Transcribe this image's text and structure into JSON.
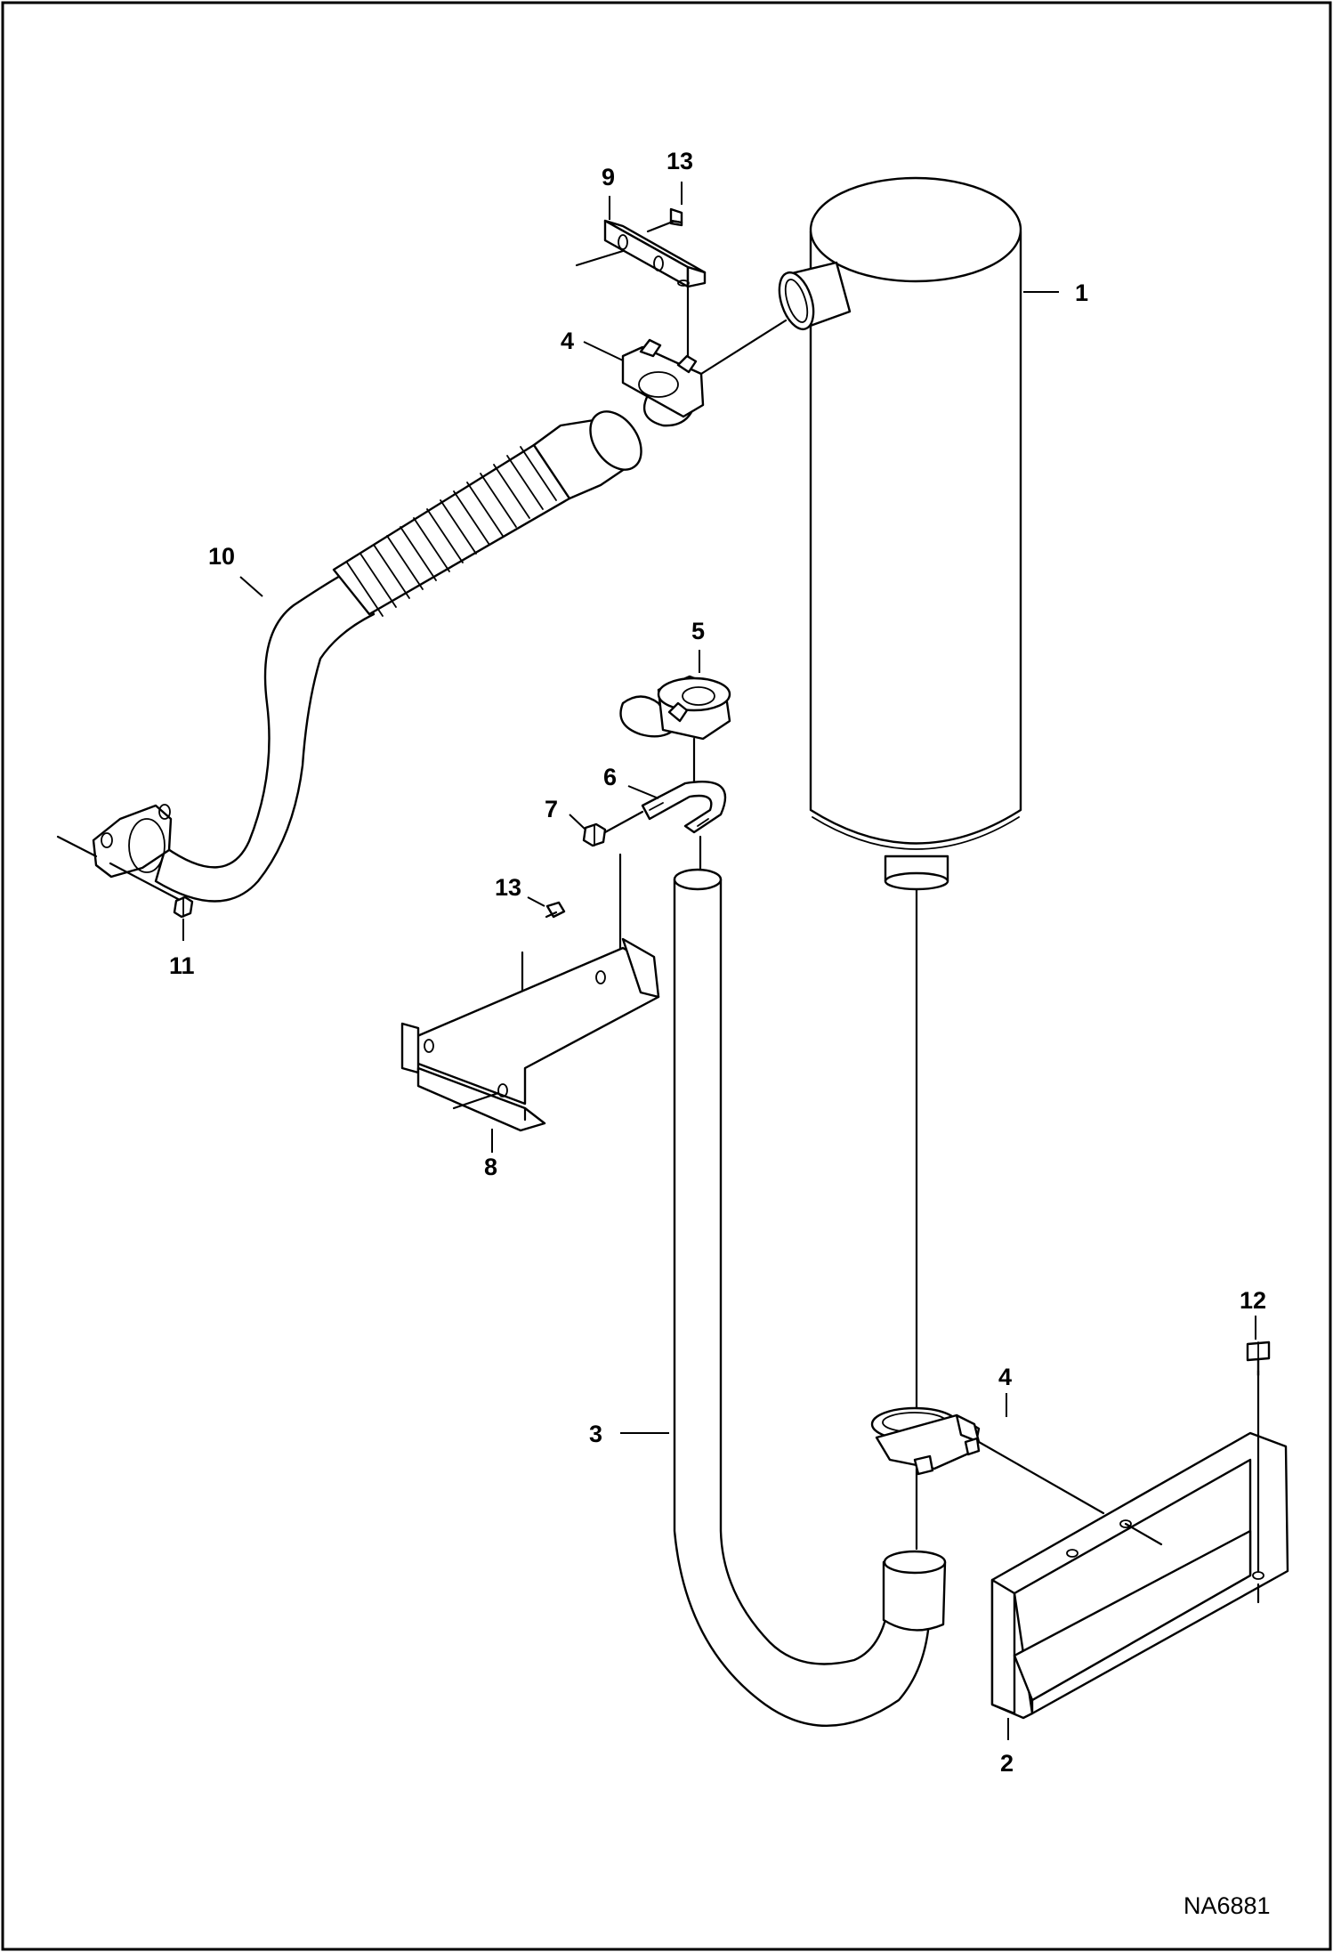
{
  "figure_id": "NA6881",
  "callouts": [
    {
      "id": "1",
      "text": "1"
    },
    {
      "id": "2",
      "text": "2"
    },
    {
      "id": "3",
      "text": "3"
    },
    {
      "id": "4a",
      "text": "4"
    },
    {
      "id": "4b",
      "text": "4"
    },
    {
      "id": "5",
      "text": "5"
    },
    {
      "id": "6",
      "text": "6"
    },
    {
      "id": "7",
      "text": "7"
    },
    {
      "id": "8",
      "text": "8"
    },
    {
      "id": "9",
      "text": "9"
    },
    {
      "id": "10",
      "text": "10"
    },
    {
      "id": "11",
      "text": "11"
    },
    {
      "id": "12",
      "text": "12"
    },
    {
      "id": "13a",
      "text": "13"
    },
    {
      "id": "13b",
      "text": "13"
    }
  ]
}
